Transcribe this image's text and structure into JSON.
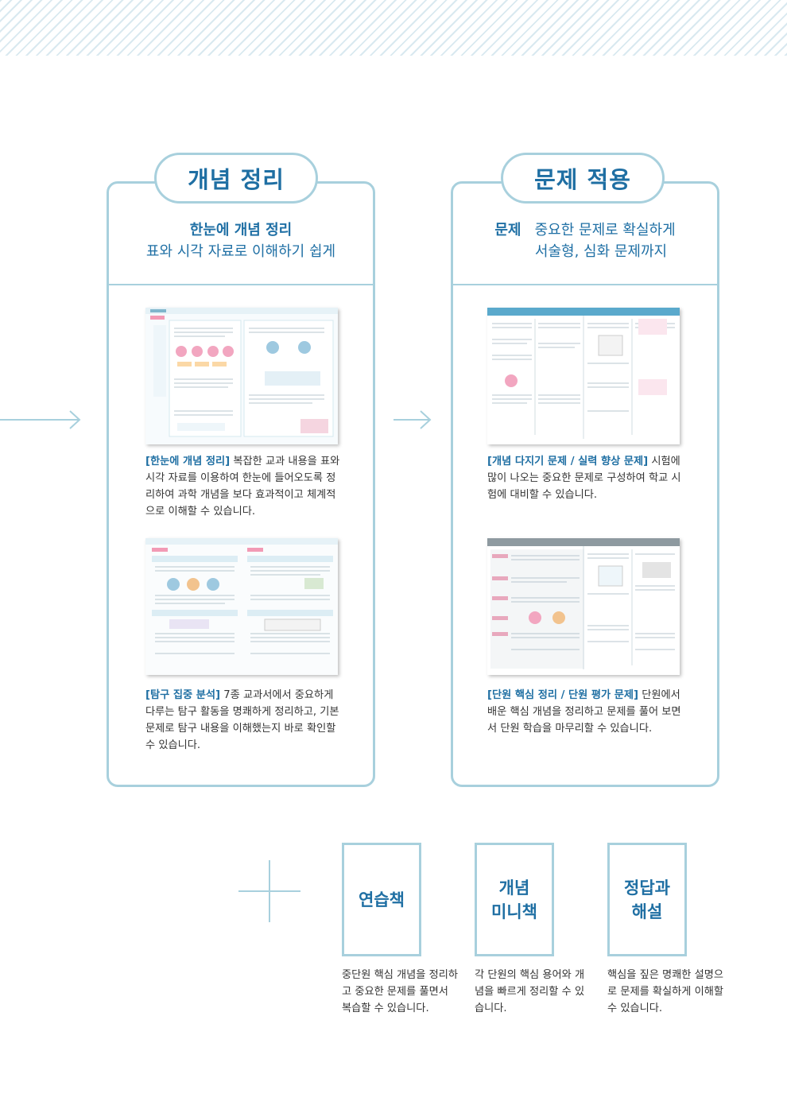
{
  "left_card": {
    "pill": "개념 정리",
    "heading_bold": "한눈에 개념 정리",
    "heading_sub": "표와 시각 자료로 이해하기 쉽게",
    "items": [
      {
        "tag": "[한눈에 개념 정리]",
        "text": " 복잡한 교과 내용을 표와 시각 자료를 이용하여 한눈에 들어오도록 정리하여 과학 개념을 보다 효과적이고 체계적으로 이해할 수 있습니다."
      },
      {
        "tag": "[탐구 집중 분석]",
        "text": " 7종 교과서에서 중요하게 다루는 탐구 활동을 명쾌하게 정리하고, 기본 문제로 탐구 내용을 이해했는지 바로 확인할 수 있습니다."
      }
    ]
  },
  "right_card": {
    "pill": "문제 적용",
    "heading_lead": "문제",
    "heading_line1": "중요한 문제로 확실하게",
    "heading_line2": "서술형, 심화 문제까지",
    "items": [
      {
        "tag": "[개념 다지기 문제 / 실력 향상 문제]",
        "text": " 시험에 많이 나오는 중요한 문제로 구성하여 학교 시험에 대비할 수 있습니다."
      },
      {
        "tag": "[단원 핵심 정리 / 단원 평가 문제]",
        "text": " 단원에서 배운 핵심 개념을 정리하고 문제를 풀어 보면서 단원 학습을 마무리할 수 있습니다."
      }
    ]
  },
  "extras": [
    {
      "title": "연습책",
      "desc": "중단원 핵심 개념을 정리하고 중요한 문제를 풀면서 복습할 수 있습니다."
    },
    {
      "title_line1": "개념",
      "title_line2": "미니책",
      "desc": "각 단원의 핵심 용어와 개념을 빠르게 정리할 수 있습니다."
    },
    {
      "title_line1": "정답과",
      "title_line2": "해설",
      "desc": "핵심을 짚은 명쾌한 설명으로 문제를 확실하게 이해할 수 있습니다."
    }
  ],
  "colors": {
    "accent": "#1f6fa3",
    "border": "#a8d0dd",
    "stripe": "#d9e9f0"
  }
}
